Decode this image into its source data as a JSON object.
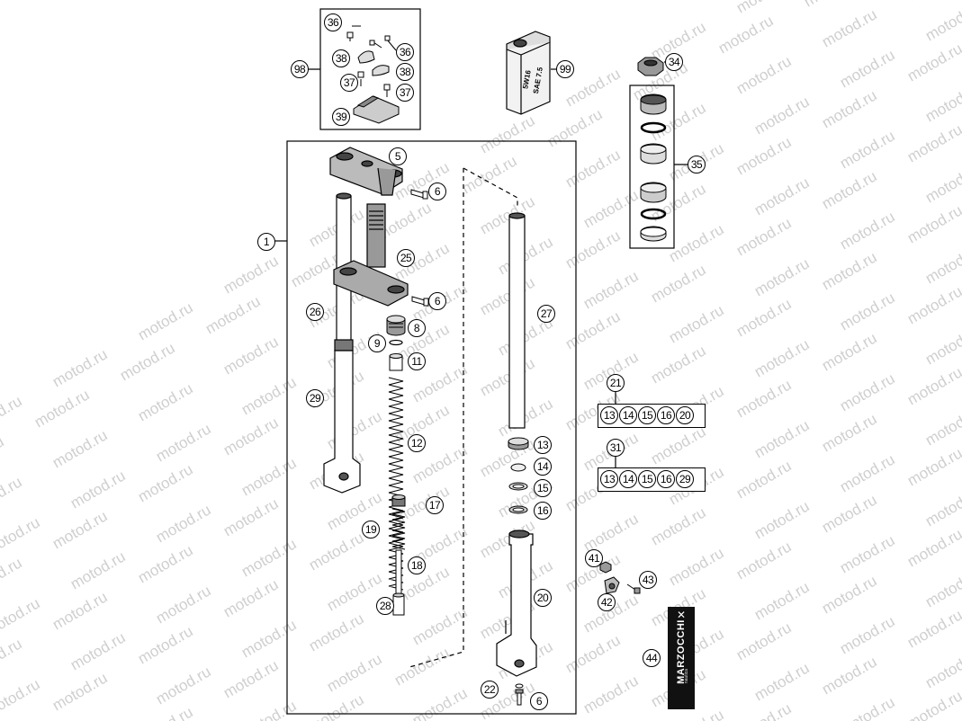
{
  "watermark_text": "motod.ru",
  "oil_can": {
    "line1": "5W16",
    "line2": "SAE 7.5"
  },
  "logo": {
    "brand": "MARZOCCHI",
    "tagline": "nautica"
  },
  "callouts": {
    "c1": "1",
    "c5": "5",
    "c6a": "6",
    "c6b": "6",
    "c6c": "6",
    "c8": "8",
    "c9": "9",
    "c11": "11",
    "c12": "12",
    "c13": "13",
    "c14": "14",
    "c15": "15",
    "c16": "16",
    "c17": "17",
    "c18": "18",
    "c19": "19",
    "c20": "20",
    "c21": "21",
    "c22": "22",
    "c25": "25",
    "c26": "26",
    "c27": "27",
    "c28": "28",
    "c29": "29",
    "c31": "31",
    "c34": "34",
    "c35": "35",
    "c36a": "36",
    "c36b": "36",
    "c37a": "37",
    "c37b": "37",
    "c38a": "38",
    "c38b": "38",
    "c39": "39",
    "c41": "41",
    "c42": "42",
    "c43": "43",
    "c44": "44",
    "c98": "98",
    "c99": "99"
  },
  "kits": {
    "kit21": [
      "13",
      "14",
      "15",
      "16",
      "20"
    ],
    "kit31": [
      "13",
      "14",
      "15",
      "16",
      "29"
    ]
  }
}
